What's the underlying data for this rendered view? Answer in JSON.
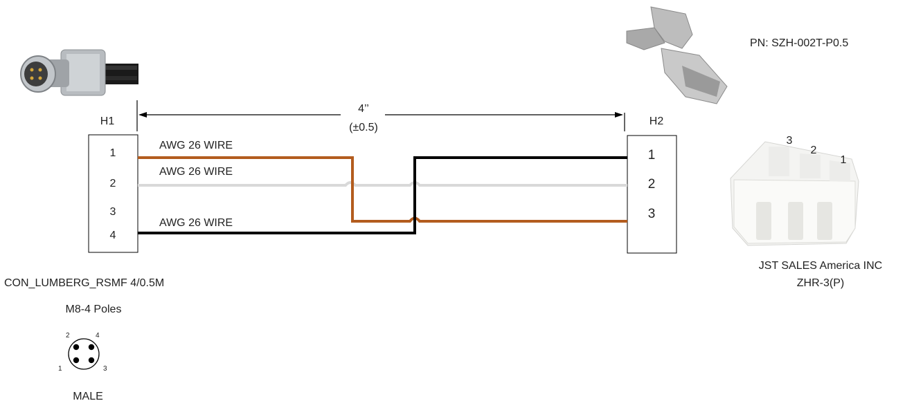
{
  "header": {
    "part_number": "PN: SZH-002T-P0.5"
  },
  "dimension": {
    "length": "4’’",
    "tolerance": "(±0.5)"
  },
  "h1": {
    "label": "H1",
    "pins": [
      "1",
      "2",
      "3",
      "4"
    ],
    "part_name": "CON_LUMBERG_RSMF 4/0.5M",
    "type": "M8-4 Poles",
    "face_pins": [
      "2",
      "4",
      "1",
      "3"
    ],
    "gender": "MALE"
  },
  "h2": {
    "label": "H2",
    "pins": [
      "1",
      "2",
      "3"
    ],
    "manufacturer": "JST SALES America INC",
    "part_name": "ZHR-3(P)",
    "housing_pins": [
      "3",
      "2",
      "1"
    ]
  },
  "wires": [
    {
      "label": "AWG 26 WIRE",
      "color": "#b35c1e",
      "from_pin": "1",
      "to_pin": "3"
    },
    {
      "label": "AWG 26 WIRE",
      "color": "#d9d9d9",
      "from_pin": "2",
      "to_pin": "2"
    },
    {
      "label": "AWG 26 WIRE",
      "color": "#000000",
      "from_pin": "4",
      "to_pin": "1"
    }
  ],
  "icons": {
    "connector_photo": "m8-connector-icon",
    "terminal_photo": "crimp-terminal-icon",
    "housing_photo": "jst-housing-icon",
    "pin_face": "m8-pin-face-icon"
  }
}
